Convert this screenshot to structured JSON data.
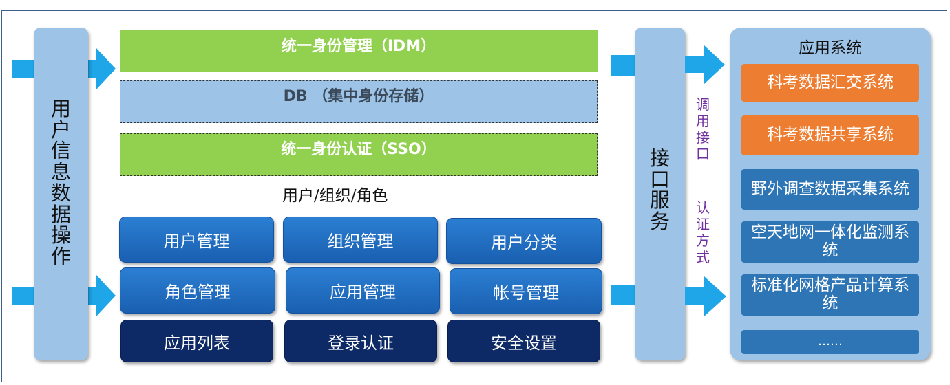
{
  "left_column": {
    "label": "用户信息数据操作"
  },
  "bands": {
    "idm": "统一身份管理（IDM）",
    "db": "DB （集中身份存储）",
    "sso": "统一身份认证（SSO）"
  },
  "caption": "用户/组织/角色",
  "modules": [
    {
      "label": "用户管理",
      "style": "blue"
    },
    {
      "label": "组织管理",
      "style": "blue"
    },
    {
      "label": "用户分类",
      "style": "blue"
    },
    {
      "label": "角色管理",
      "style": "blue"
    },
    {
      "label": "应用管理",
      "style": "blue"
    },
    {
      "label": "帐号管理",
      "style": "blue"
    },
    {
      "label": "应用列表",
      "style": "navy"
    },
    {
      "label": "登录认证",
      "style": "navy"
    },
    {
      "label": "安全设置",
      "style": "navy"
    }
  ],
  "interface_column": {
    "label": "接口服务"
  },
  "side_labels": {
    "call": "调用接口",
    "auth": "认证方式"
  },
  "app_system": {
    "title": "应用系统",
    "items": [
      {
        "label": "科考数据汇交系统",
        "style": "orange"
      },
      {
        "label": "科考数据共享系统",
        "style": "orange"
      },
      {
        "label": "野外调查数据采集系统",
        "style": "steel"
      },
      {
        "label": "空天地网一体化监测系统",
        "style": "steel"
      },
      {
        "label": "标准化网格产品计算系统",
        "style": "steel"
      },
      {
        "label": "……",
        "style": "steel"
      }
    ]
  },
  "colors": {
    "green_band": "#92d050",
    "db_band": "#9dc3e6",
    "arrow": "#1ea6e9",
    "orange": "#ed7d31",
    "steel": "#2e75b6",
    "navy": "#0e2a66",
    "purple_text": "#7030a0"
  }
}
